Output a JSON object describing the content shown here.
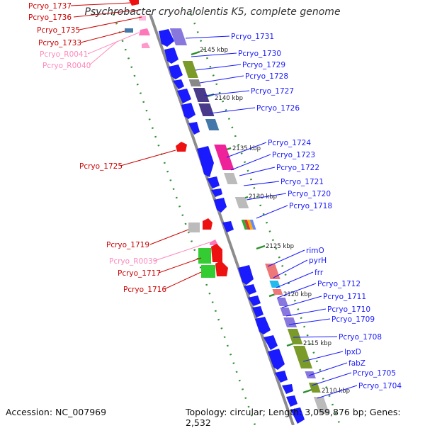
{
  "title": "Psychrobacter cryohalolentis K5, complete genome",
  "accession": "Accession: NC_007969",
  "summary": "Topology: circular; Length: 3,059,876 bp; Genes: 2,532",
  "ticks": [
    "2145 kbp",
    "2140 kbp",
    "2135 kbp",
    "2130 kbp",
    "2125 kbp",
    "2120 kbp",
    "2115 kbp",
    "2110 kbp"
  ],
  "labels_right": [
    "Pcryo_1731",
    "Pcryo_1730",
    "Pcryo_1729",
    "Pcryo_1728",
    "Pcryo_1727",
    "Pcryo_1726",
    "Pcryo_1724",
    "Pcryo_1723",
    "Pcryo_1722",
    "Pcryo_1721",
    "Pcryo_1720",
    "Pcryo_1718",
    "rimO",
    "pyrH",
    "frr",
    "Pcryo_1712",
    "Pcryo_1711",
    "Pcryo_1710",
    "Pcryo_1709",
    "Pcryo_1708",
    "lpxD",
    "fabZ",
    "Pcryo_1705",
    "Pcryo_1704"
  ],
  "labels_left": [
    "Pcryo_1737",
    "Pcryo_1736",
    "Pcryo_1735",
    "Pcryo_1733",
    "Pcryo_R0041",
    "Pcryo_R0040",
    "Pcryo_1725",
    "Pcryo_1719",
    "Pcryo_R0039",
    "Pcryo_1717",
    "Pcryo_1716"
  ],
  "colors": {
    "forward": "#1a1aff",
    "reverse": "#ee1111",
    "rna": "#ff99cc",
    "backbone": "#8c8c8c",
    "ticks": "#2f8f2f"
  }
}
